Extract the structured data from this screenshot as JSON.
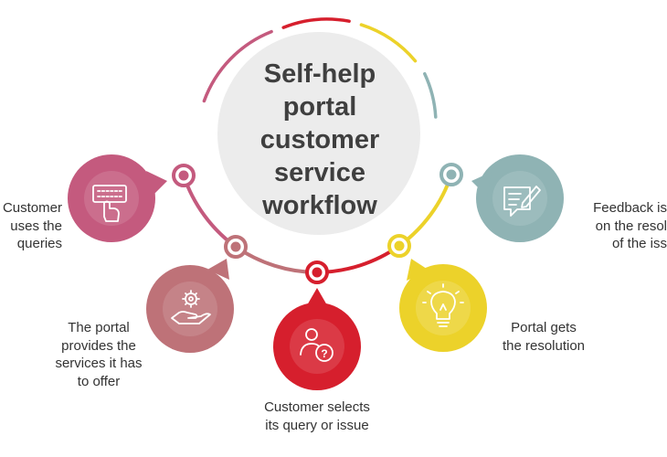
{
  "title_lines": [
    "Self-help",
    "portal",
    "customer",
    "service",
    "workflow"
  ],
  "steps": [
    {
      "lines": [
        "Customer",
        "uses the",
        "queries"
      ],
      "icon": "keyboard-hand-icon",
      "color": "#c45a7e"
    },
    {
      "lines": [
        "The portal",
        "provides the",
        "services it has",
        "to offer"
      ],
      "icon": "gear-hand-icon",
      "color": "#be7278"
    },
    {
      "lines": [
        "Customer selects",
        "its query or issue"
      ],
      "icon": "user-question-icon",
      "color": "#d61f2d"
    },
    {
      "lines": [
        "Portal gets",
        "the resolution"
      ],
      "icon": "lightbulb-icon",
      "color": "#ecd22a"
    },
    {
      "lines": [
        "Feedback is",
        "on the resol",
        "of the iss"
      ],
      "icon": "feedback-edit-icon",
      "color": "#8fb3b4"
    }
  ],
  "colors": {
    "title": "#3f3f3f",
    "text": "#333333",
    "center_disc": "#ececec",
    "arc_rose": "#c45a7e",
    "arc_mauve": "#be7278",
    "arc_red": "#d61f2d",
    "arc_yellow": "#ecd22a",
    "arc_teal": "#8fb3b4"
  }
}
